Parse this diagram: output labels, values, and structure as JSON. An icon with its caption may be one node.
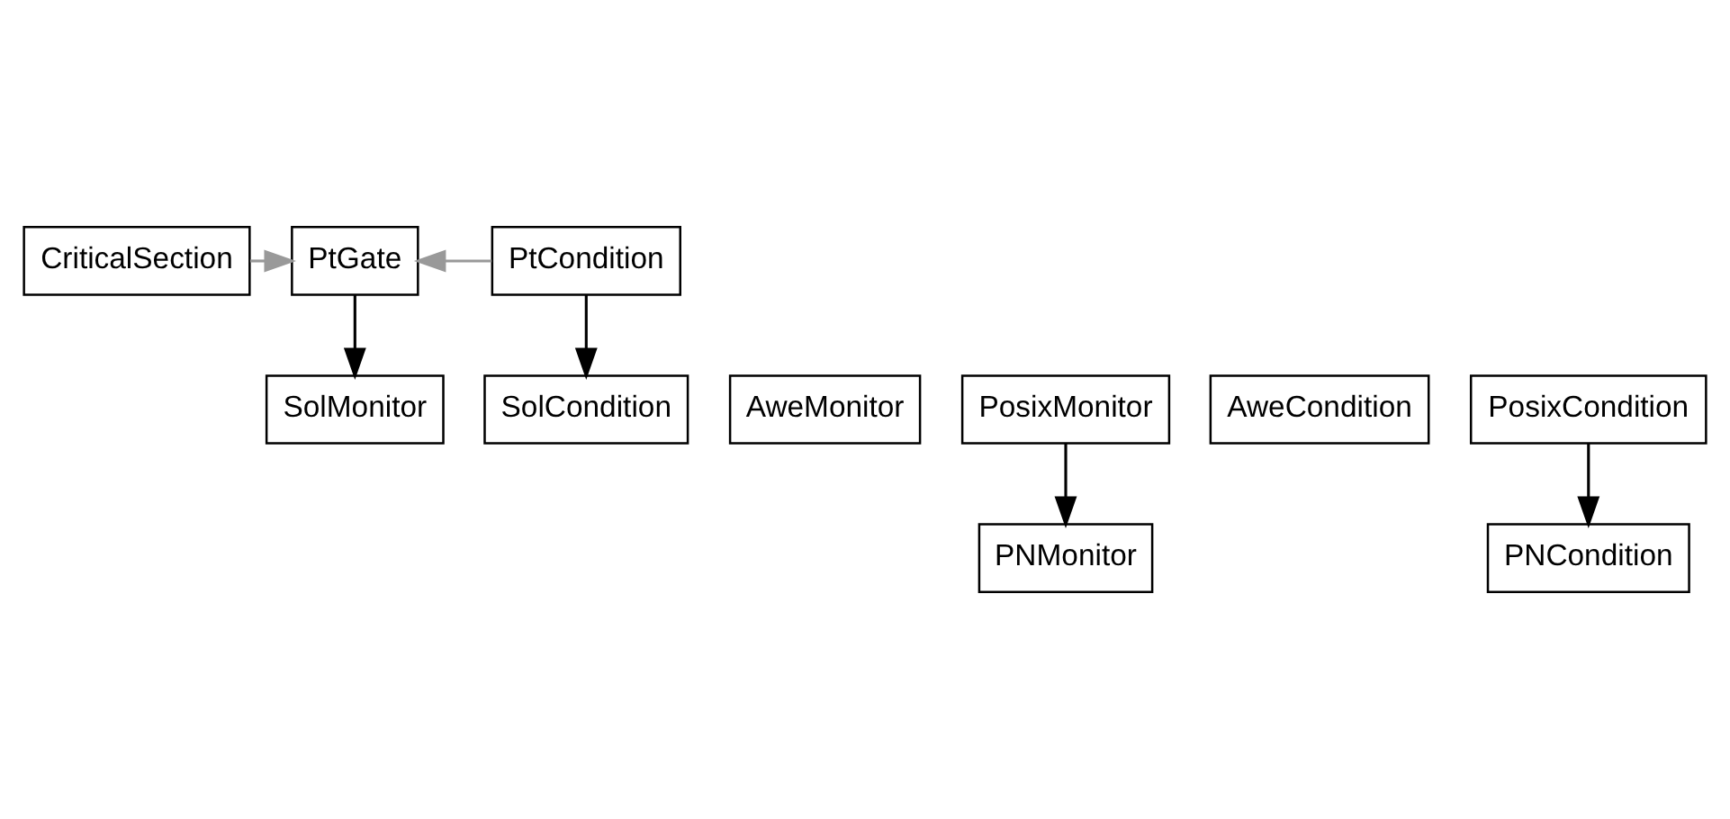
{
  "diagram": {
    "nodes": [
      {
        "text": [
          "CriticalSection"
        ]
      },
      {
        "text": [
          "PtGate"
        ]
      },
      {
        "text": [
          "PtCondition"
        ]
      },
      {
        "text": [
          "SolMonitor"
        ]
      },
      {
        "text": [
          "AweMonitor"
        ]
      },
      {
        "text": [
          "PosixMonitor"
        ]
      },
      {
        "text": [
          "SolCondition"
        ]
      },
      {
        "text": [
          "AweCondition"
        ]
      },
      {
        "text": [
          "PosixCondition"
        ]
      },
      {
        "text": [
          "PNMonitor"
        ]
      },
      {
        "text": [
          "PNCondition"
        ]
      }
    ],
    "edges": [
      {
        "from": 0,
        "to": 1,
        "arrow": "to",
        "color": "#999999"
      },
      {
        "from": 2,
        "to": 1,
        "arrow": "to",
        "color": "#999999"
      },
      {
        "from": 1,
        "to": 3,
        "arrow": "to"
      },
      {
        "from": 2,
        "to": 6,
        "arrow": "to"
      },
      {
        "from": 5,
        "to": 9,
        "arrow": "to"
      },
      {
        "from": 8,
        "to": 10,
        "arrow": "to"
      }
    ]
  }
}
